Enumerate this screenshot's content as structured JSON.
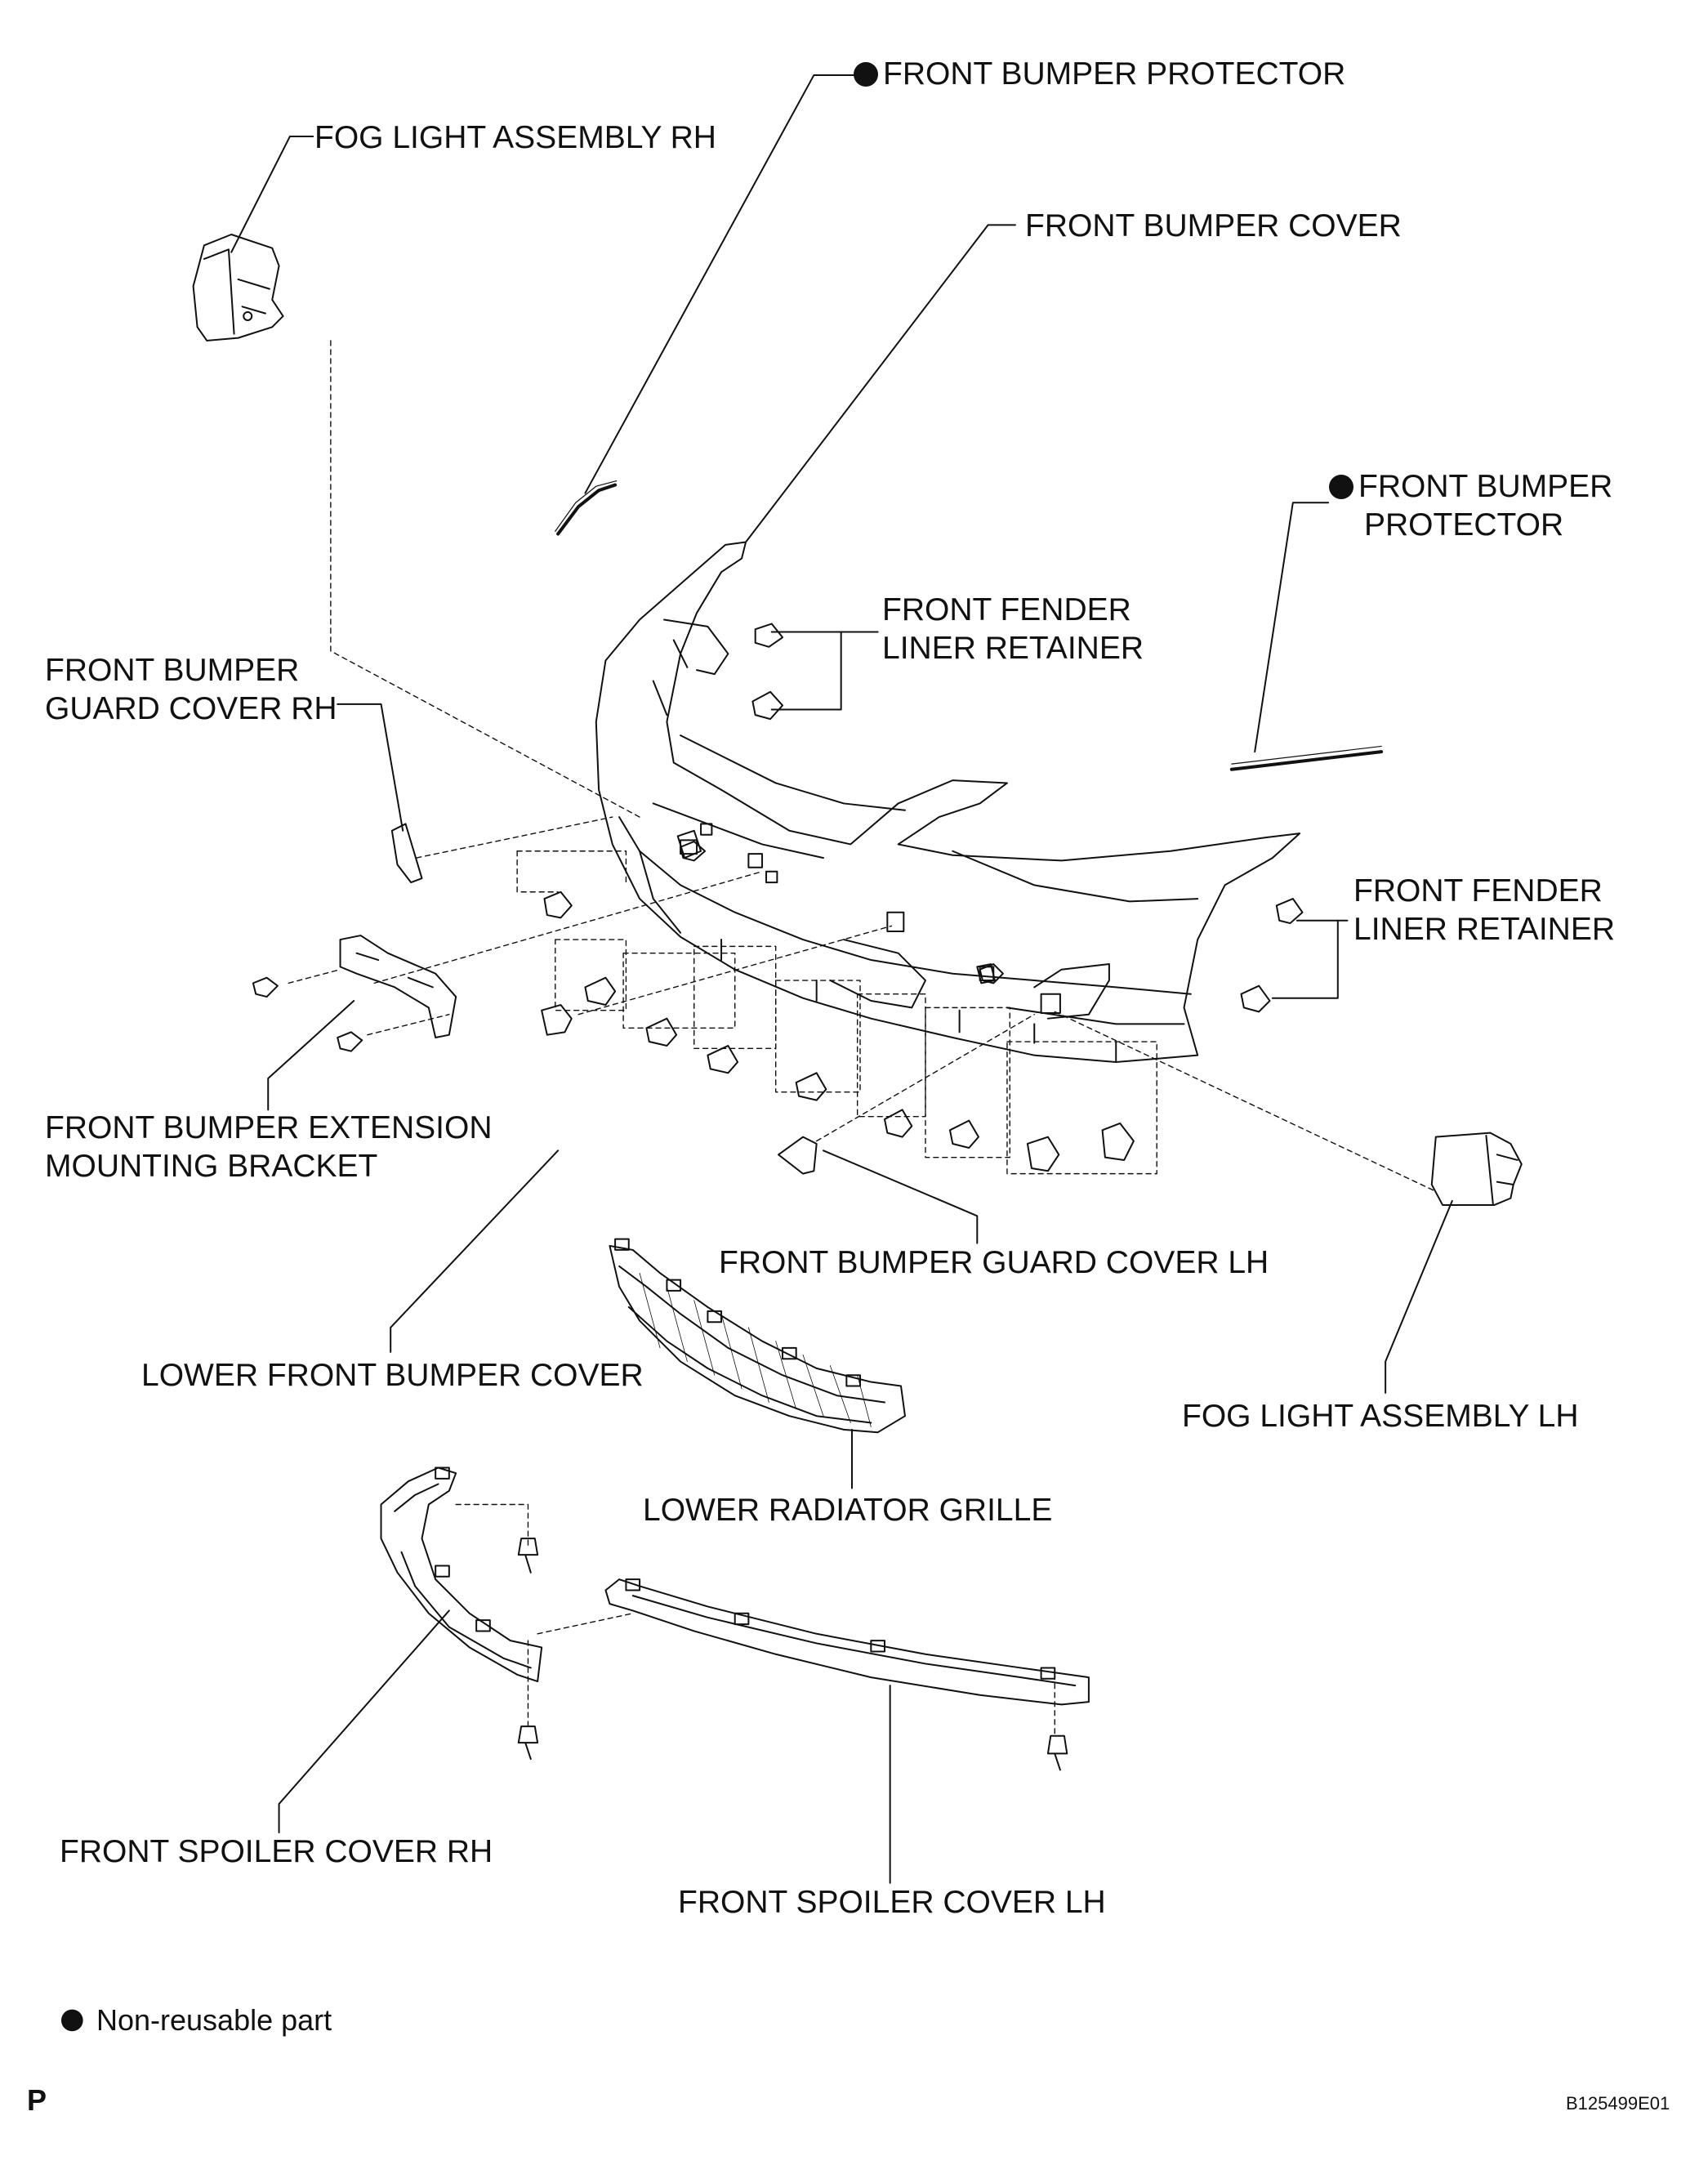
{
  "labels": {
    "front_bumper_protector_top": "FRONT BUMPER PROTECTOR",
    "fog_light_rh": "FOG LIGHT ASSEMBLY RH",
    "front_bumper_cover": "FRONT BUMPER COVER",
    "front_bumper_protector_right_line1": "FRONT BUMPER",
    "front_bumper_protector_right_line2": "PROTECTOR",
    "fender_liner_retainer_upper_line1": "FRONT FENDER",
    "fender_liner_retainer_upper_line2": "LINER RETAINER",
    "guard_cover_rh_line1": "FRONT BUMPER",
    "guard_cover_rh_line2": "GUARD COVER RH",
    "fender_liner_retainer_lower_line1": "FRONT FENDER",
    "fender_liner_retainer_lower_line2": "LINER RETAINER",
    "extension_bracket_line1": "FRONT BUMPER EXTENSION",
    "extension_bracket_line2": "MOUNTING BRACKET",
    "guard_cover_lh": "FRONT BUMPER GUARD COVER LH",
    "lower_front_bumper_cover": "LOWER FRONT BUMPER COVER",
    "fog_light_lh": "FOG LIGHT ASSEMBLY LH",
    "lower_radiator_grille": "LOWER RADIATOR GRILLE",
    "front_spoiler_cover_rh": "FRONT SPOILER COVER RH",
    "front_spoiler_cover_lh": "FRONT SPOILER COVER LH"
  },
  "legend": {
    "non_reusable": "Non-reusable part"
  },
  "footer": {
    "left_mark": "P",
    "figure_code": "B125499E01"
  }
}
